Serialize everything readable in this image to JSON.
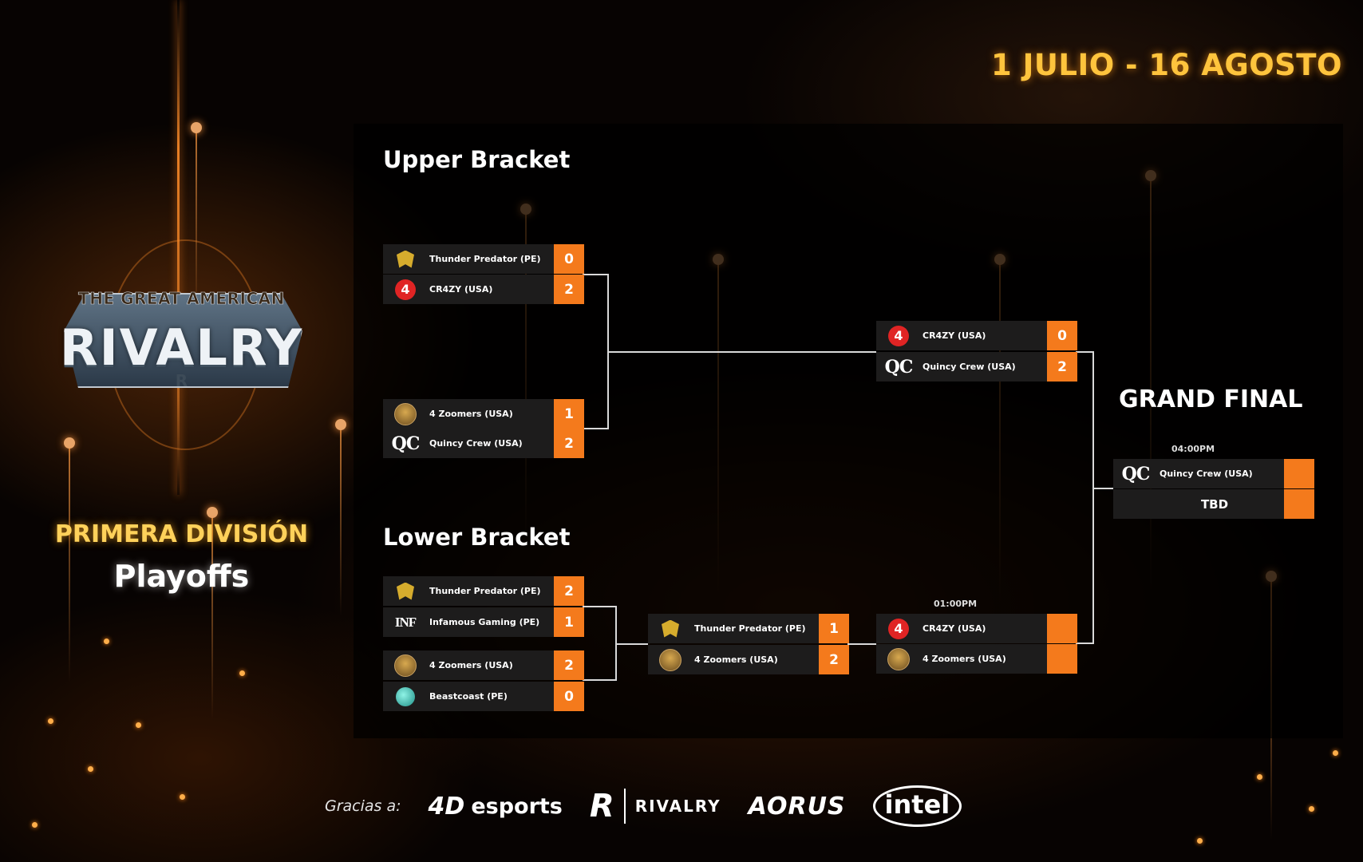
{
  "event": {
    "dates": "1 JULIO - 16 AGOSTO",
    "logo_top": "THE GREAT AMERICAN",
    "logo_main": "RIVALRY",
    "logo_mark": "R",
    "division": "PRIMERA DIVISIÓN",
    "stage": "Playoffs"
  },
  "upper": {
    "title": "Upper Bracket",
    "round1": [
      {
        "teams": [
          {
            "name": "Thunder Predator (PE)",
            "score": "0",
            "icon": "thunder-predator-icon"
          },
          {
            "name": "CR4ZY (USA)",
            "score": "2",
            "icon": "cr4zy-icon"
          }
        ]
      },
      {
        "teams": [
          {
            "name": "4 Zoomers (USA)",
            "score": "1",
            "icon": "4-zoomers-icon"
          },
          {
            "name": "Quincy Crew (USA)",
            "score": "2",
            "icon": "quincy-crew-icon"
          }
        ]
      }
    ],
    "final": {
      "teams": [
        {
          "name": "CR4ZY (USA)",
          "score": "0",
          "icon": "cr4zy-icon"
        },
        {
          "name": "Quincy Crew (USA)",
          "score": "2",
          "icon": "quincy-crew-icon"
        }
      ]
    }
  },
  "lower": {
    "title": "Lower Bracket",
    "round1": [
      {
        "teams": [
          {
            "name": "Thunder Predator (PE)",
            "score": "2",
            "icon": "thunder-predator-icon"
          },
          {
            "name": "Infamous Gaming (PE)",
            "score": "1",
            "icon": "infamous-gaming-icon",
            "icon_text": "INF"
          }
        ]
      },
      {
        "teams": [
          {
            "name": "4 Zoomers (USA)",
            "score": "2",
            "icon": "4-zoomers-icon"
          },
          {
            "name": "Beastcoast (PE)",
            "score": "0",
            "icon": "beastcoast-icon"
          }
        ]
      }
    ],
    "round2": {
      "teams": [
        {
          "name": "Thunder Predator (PE)",
          "score": "1",
          "icon": "thunder-predator-icon"
        },
        {
          "name": "4 Zoomers (USA)",
          "score": "2",
          "icon": "4-zoomers-icon"
        }
      ]
    },
    "final": {
      "time": "01:00PM",
      "teams": [
        {
          "name": "CR4ZY (USA)",
          "score": "",
          "icon": "cr4zy-icon"
        },
        {
          "name": "4 Zoomers (USA)",
          "score": "",
          "icon": "4-zoomers-icon"
        }
      ]
    }
  },
  "grand_final": {
    "title": "GRAND FINAL",
    "time": "04:00PM",
    "teams": [
      {
        "name": "Quincy Crew (USA)",
        "score": "",
        "icon": "quincy-crew-icon",
        "icon_text": "QC"
      },
      {
        "name": "TBD",
        "score": ""
      }
    ]
  },
  "sponsors": {
    "thanks": "Gracias a:",
    "list": [
      {
        "name": "esports",
        "mark": "4D",
        "icon": "4d-esports-logo"
      },
      {
        "name": "RIVALRY",
        "mark": "R",
        "icon": "rivalry-logo"
      },
      {
        "name": "AORUS",
        "icon": "aorus-logo"
      },
      {
        "name": "intel",
        "icon": "intel-logo"
      }
    ]
  },
  "colors": {
    "accent": "#f47a1c",
    "gold": "#ffc43d",
    "row_bg": "#1d1c1c"
  }
}
